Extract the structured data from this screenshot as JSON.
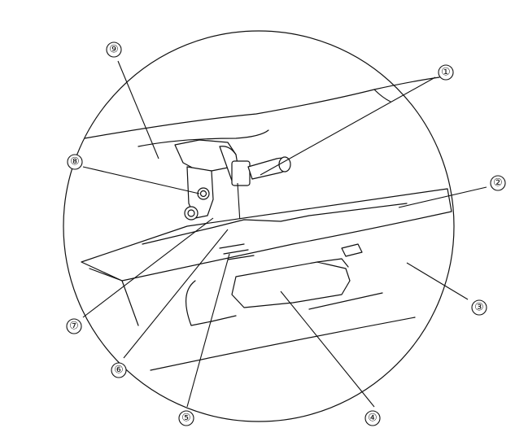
{
  "callouts": [
    {
      "id": "1",
      "label": "①"
    },
    {
      "id": "2",
      "label": "②"
    },
    {
      "id": "3",
      "label": "③"
    },
    {
      "id": "4",
      "label": "④"
    },
    {
      "id": "5",
      "label": "⑤"
    },
    {
      "id": "6",
      "label": "⑥"
    },
    {
      "id": "7",
      "label": "⑦"
    },
    {
      "id": "8",
      "label": "⑧"
    },
    {
      "id": "9",
      "label": "⑨"
    }
  ],
  "colors": {
    "stroke": "#111111",
    "background": "#ffffff",
    "shade": "#d9d9d9"
  }
}
